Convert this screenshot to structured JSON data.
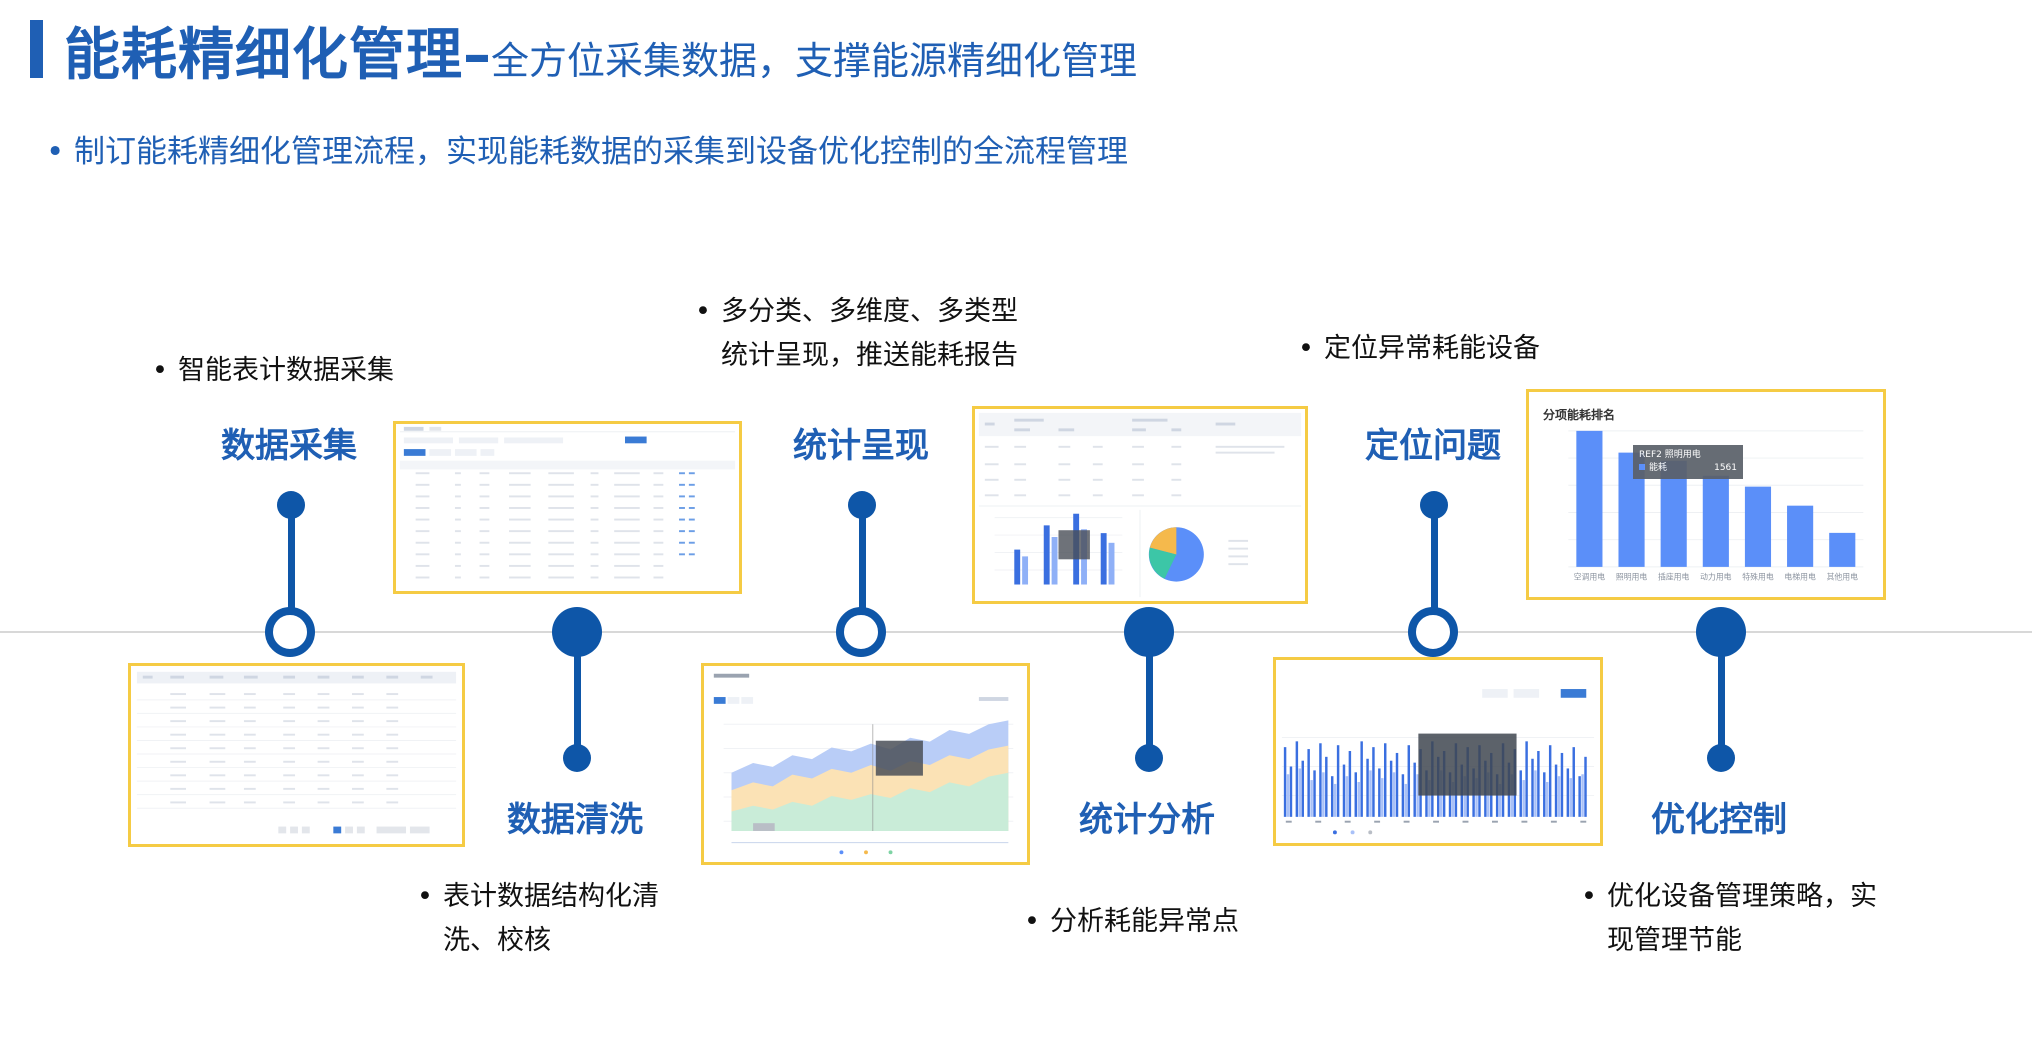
{
  "header": {
    "title_main": "能耗精细化管理",
    "title_sep": "–",
    "title_sub": "全方位采集数据，支撑能源精细化管理",
    "intro": "制订能耗精细化管理流程，实现能耗数据的采集到设备优化控制的全流程管理"
  },
  "steps": [
    {
      "label": "数据采集",
      "bullet": [
        "智能表计数据采集"
      ]
    },
    {
      "label": "数据清洗",
      "bullet": [
        "表计数据结构化清",
        "洗、校核"
      ]
    },
    {
      "label": "统计呈现",
      "bullet": [
        "多分类、多维度、多类型",
        "统计呈现，推送能耗报告"
      ]
    },
    {
      "label": "统计分析",
      "bullet": [
        "分析耗能异常点"
      ]
    },
    {
      "label": "定位问题",
      "bullet": [
        "定位异常耗能设备"
      ]
    },
    {
      "label": "优化控制",
      "bullet": [
        "优化设备管理策略，实",
        "现管理节能"
      ]
    }
  ],
  "ranking_card": {
    "title": "分项能耗排名",
    "tooltip_title": "REF2 照明用电",
    "tooltip_label": "能耗",
    "tooltip_value": "1561",
    "chart_data": {
      "type": "bar",
      "categories": [
        "空调用电",
        "照明用电",
        "插座用电",
        "动力用电",
        "特殊用电",
        "电梯用电",
        "其他用电"
      ],
      "values": [
        100,
        84,
        78,
        67,
        59,
        45,
        25
      ],
      "ylim": [
        0,
        100
      ]
    }
  },
  "colors": {
    "accent": "#1f5fb4",
    "node": "#0e56a8",
    "card_border": "#f5cb44",
    "bar": "#5b8ff9"
  }
}
